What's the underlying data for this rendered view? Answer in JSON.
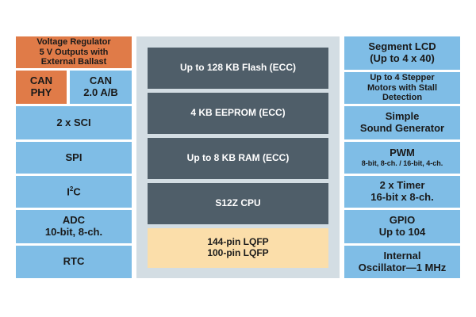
{
  "left": {
    "voltage_regulator": [
      "Voltage Regulator",
      "5 V Outputs with",
      "External Ballast"
    ],
    "can_phy": [
      "CAN",
      "PHY"
    ],
    "can_20": [
      "CAN",
      "2.0 A/B"
    ],
    "sci": "2 x SCI",
    "spi": "SPI",
    "i2c_base": "I",
    "i2c_sup": "2",
    "i2c_end": "C",
    "adc": [
      "ADC",
      "10-bit, 8-ch."
    ],
    "rtc": "RTC"
  },
  "center": {
    "flash": "Up to 128 KB Flash (ECC)",
    "eeprom": "4 KB EEPROM (ECC)",
    "ram": "Up to 8 KB RAM (ECC)",
    "cpu": "S12Z CPU",
    "package": [
      "144-pin LQFP",
      "100-pin LQFP"
    ]
  },
  "right": {
    "lcd": [
      "Segment LCD",
      "(Up to 4 x 40)"
    ],
    "stepper": [
      "Up to 4 Stepper",
      "Motors with Stall",
      "Detection"
    ],
    "sound": [
      "Simple",
      "Sound Generator"
    ],
    "pwm": [
      "PWM",
      "8-bit, 8-ch. / 16-bit, 4-ch."
    ],
    "timer": [
      "2 x Timer",
      "16-bit x 8-ch."
    ],
    "gpio": [
      "GPIO",
      "Up to 104"
    ],
    "oscillator": [
      "Internal",
      "Oscillator—1 MHz"
    ]
  },
  "colors": {
    "peripheral_blue": "#7fbde6",
    "phy_orange": "#e07b48",
    "core_gray": "#4f5e69",
    "package_tan": "#fbdeaa",
    "panel_gray": "#d3dde3"
  }
}
